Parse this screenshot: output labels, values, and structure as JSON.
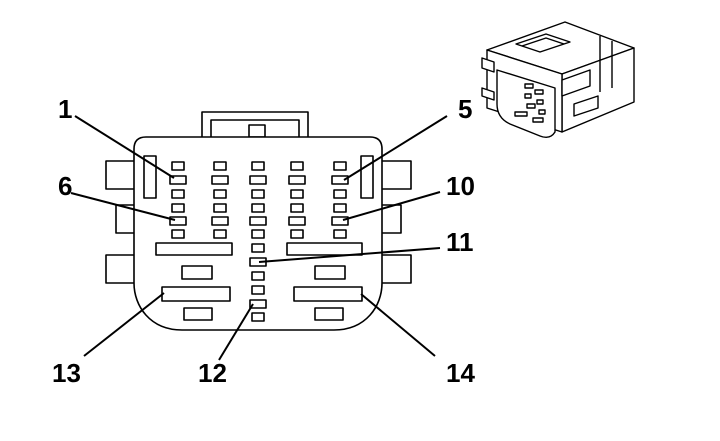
{
  "diagram": {
    "colors": {
      "stroke": "#000000",
      "background": "#ffffff",
      "iso_shade": "#f4f4f4"
    },
    "pin_labels": [
      {
        "id": "1",
        "text": "1"
      },
      {
        "id": "5",
        "text": "5"
      },
      {
        "id": "6",
        "text": "6"
      },
      {
        "id": "10",
        "text": "10"
      },
      {
        "id": "11",
        "text": "11"
      },
      {
        "id": "12",
        "text": "12"
      },
      {
        "id": "13",
        "text": "13"
      },
      {
        "id": "14",
        "text": "14"
      }
    ]
  }
}
